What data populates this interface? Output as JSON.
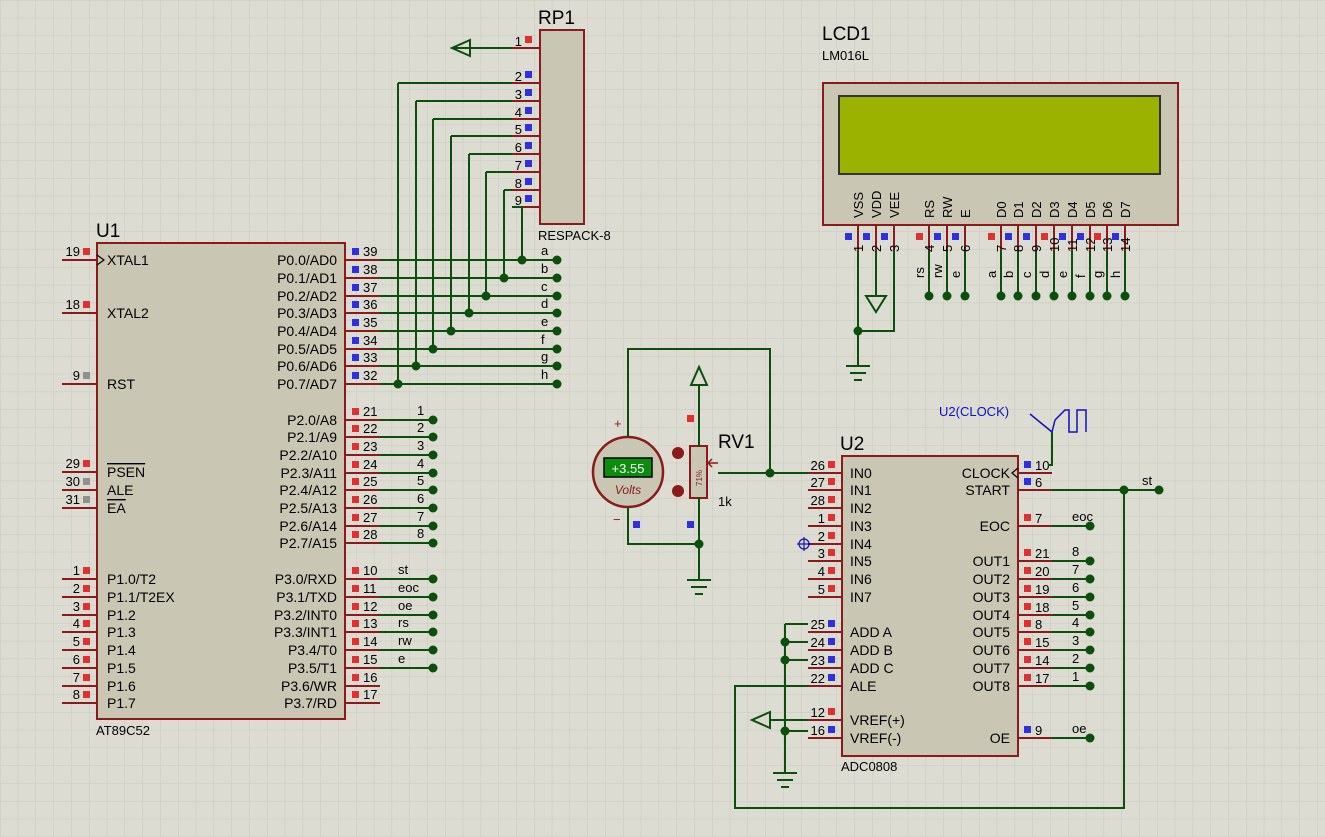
{
  "colors": {
    "background": "#dcdcd2",
    "grid": "#c4c4ba",
    "wire": "#0c4e0c",
    "component_body": "#c9c6b3",
    "component_border": "#8b1a1a",
    "pin_in": "#e03030",
    "pin_out": "#3030e0",
    "lcd_glass": "#9bb300",
    "label": "#000000",
    "meter": "#8b1a1a",
    "meter_display": "#0c8c0c",
    "probe_label": "#1010c0"
  },
  "u1": {
    "ref": "U1",
    "part": "AT89C52",
    "left_pins": [
      {
        "num": "19",
        "name": "XTAL1",
        "clock": true
      },
      {
        "num": "18",
        "name": "XTAL2"
      },
      {
        "num": "9",
        "name": "RST"
      },
      {
        "num": "29",
        "name": "PSEN",
        "over": true
      },
      {
        "num": "30",
        "name": "ALE"
      },
      {
        "num": "31",
        "name": "EA",
        "over": true
      },
      {
        "num": "1",
        "name": "P1.0/T2"
      },
      {
        "num": "2",
        "name": "P1.1/T2EX"
      },
      {
        "num": "3",
        "name": "P1.2"
      },
      {
        "num": "4",
        "name": "P1.3"
      },
      {
        "num": "5",
        "name": "P1.4"
      },
      {
        "num": "6",
        "name": "P1.5"
      },
      {
        "num": "7",
        "name": "P1.6"
      },
      {
        "num": "8",
        "name": "P1.7"
      }
    ],
    "right_pins": [
      {
        "num": "39",
        "name": "P0.0/AD0",
        "net": "a"
      },
      {
        "num": "38",
        "name": "P0.1/AD1",
        "net": "b"
      },
      {
        "num": "37",
        "name": "P0.2/AD2",
        "net": "c"
      },
      {
        "num": "36",
        "name": "P0.3/AD3",
        "net": "d"
      },
      {
        "num": "35",
        "name": "P0.4/AD4",
        "net": "e"
      },
      {
        "num": "34",
        "name": "P0.5/AD5",
        "net": "f"
      },
      {
        "num": "33",
        "name": "P0.6/AD6",
        "net": "g"
      },
      {
        "num": "32",
        "name": "P0.7/AD7",
        "net": "h"
      },
      {
        "num": "21",
        "name": "P2.0/A8",
        "net": "1"
      },
      {
        "num": "22",
        "name": "P2.1/A9",
        "net": "2"
      },
      {
        "num": "23",
        "name": "P2.2/A10",
        "net": "3"
      },
      {
        "num": "24",
        "name": "P2.3/A11",
        "net": "4"
      },
      {
        "num": "25",
        "name": "P2.4/A12",
        "net": "5"
      },
      {
        "num": "26",
        "name": "P2.5/A13",
        "net": "6"
      },
      {
        "num": "27",
        "name": "P2.6/A14",
        "net": "7"
      },
      {
        "num": "28",
        "name": "P2.7/A15",
        "net": "8"
      },
      {
        "num": "10",
        "name": "P3.0/RXD",
        "net": "st"
      },
      {
        "num": "11",
        "name": "P3.1/TXD",
        "net": "eoc"
      },
      {
        "num": "12",
        "name": "P3.2/INT0",
        "net": "oe"
      },
      {
        "num": "13",
        "name": "P3.3/INT1",
        "net": "rs"
      },
      {
        "num": "14",
        "name": "P3.4/T0",
        "net": "rw"
      },
      {
        "num": "15",
        "name": "P3.5/T1",
        "net": "e"
      },
      {
        "num": "16",
        "name": "P3.6/WR",
        "net": ""
      },
      {
        "num": "17",
        "name": "P3.7/RD",
        "net": ""
      }
    ]
  },
  "rp1": {
    "ref": "RP1",
    "part": "RESPACK-8",
    "pins": [
      "1",
      "2",
      "3",
      "4",
      "5",
      "6",
      "7",
      "8",
      "9"
    ]
  },
  "lcd1": {
    "ref": "LCD1",
    "part": "LM016L",
    "pins": [
      {
        "num": "1",
        "name": "VSS",
        "net": ""
      },
      {
        "num": "2",
        "name": "VDD",
        "net": ""
      },
      {
        "num": "3",
        "name": "VEE",
        "net": ""
      },
      {
        "num": "4",
        "name": "RS",
        "net": "rs"
      },
      {
        "num": "5",
        "name": "RW",
        "net": "rw"
      },
      {
        "num": "6",
        "name": "E",
        "net": "e"
      },
      {
        "num": "7",
        "name": "D0",
        "net": "a"
      },
      {
        "num": "8",
        "name": "D1",
        "net": "b"
      },
      {
        "num": "9",
        "name": "D2",
        "net": "c"
      },
      {
        "num": "10",
        "name": "D3",
        "net": "d"
      },
      {
        "num": "11",
        "name": "D4",
        "net": "e"
      },
      {
        "num": "12",
        "name": "D5",
        "net": "f"
      },
      {
        "num": "13",
        "name": "D6",
        "net": "g"
      },
      {
        "num": "14",
        "name": "D7",
        "net": "h"
      }
    ]
  },
  "rv1": {
    "ref": "RV1",
    "value": "1k",
    "percent": "71%"
  },
  "voltmeter": {
    "reading": "+3.55",
    "units": "Volts",
    "plus": "+",
    "minus": "−"
  },
  "u2": {
    "ref": "U2",
    "part": "ADC0808",
    "clock_probe": "U2(CLOCK)",
    "left_pins": [
      {
        "num": "26",
        "name": "IN0"
      },
      {
        "num": "27",
        "name": "IN1"
      },
      {
        "num": "28",
        "name": "IN2"
      },
      {
        "num": "1",
        "name": "IN3"
      },
      {
        "num": "2",
        "name": "IN4"
      },
      {
        "num": "3",
        "name": "IN5"
      },
      {
        "num": "4",
        "name": "IN6"
      },
      {
        "num": "5",
        "name": "IN7"
      },
      {
        "num": "25",
        "name": "ADD A"
      },
      {
        "num": "24",
        "name": "ADD B"
      },
      {
        "num": "23",
        "name": "ADD C"
      },
      {
        "num": "22",
        "name": "ALE"
      },
      {
        "num": "12",
        "name": "VREF(+)"
      },
      {
        "num": "16",
        "name": "VREF(-)"
      }
    ],
    "right_pins": [
      {
        "num": "10",
        "name": "CLOCK",
        "net": ""
      },
      {
        "num": "6",
        "name": "START",
        "net": "st"
      },
      {
        "num": "7",
        "name": "EOC",
        "net": "eoc"
      },
      {
        "num": "21",
        "name": "OUT1",
        "net": "8"
      },
      {
        "num": "20",
        "name": "OUT2",
        "net": "7"
      },
      {
        "num": "19",
        "name": "OUT3",
        "net": "6"
      },
      {
        "num": "18",
        "name": "OUT4",
        "net": "5"
      },
      {
        "num": "8",
        "name": "OUT5",
        "net": "4"
      },
      {
        "num": "15",
        "name": "OUT6",
        "net": "3"
      },
      {
        "num": "14",
        "name": "OUT7",
        "net": "2"
      },
      {
        "num": "17",
        "name": "OUT8",
        "net": "1"
      },
      {
        "num": "9",
        "name": "OE",
        "net": "oe"
      }
    ]
  }
}
